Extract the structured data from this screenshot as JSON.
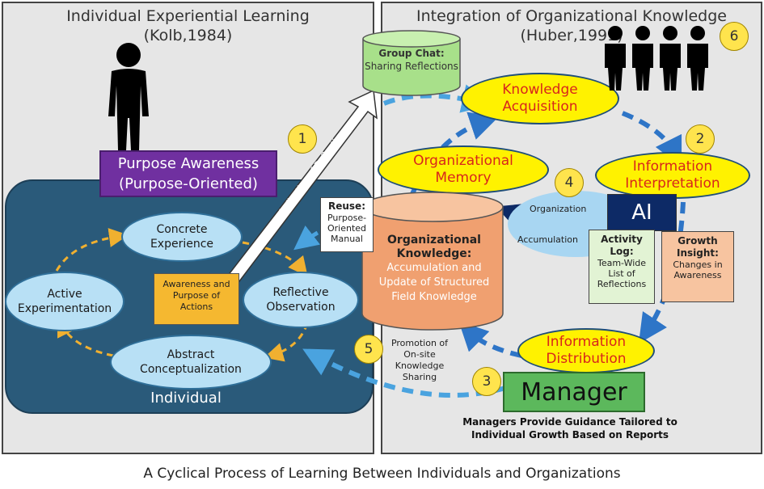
{
  "left": {
    "title": "Individual Experiential Learning",
    "subtitle": "(Kolb,1984)",
    "purpose_box": {
      "line1": "Purpose Awareness",
      "line2": "(Purpose-Oriented)"
    },
    "cycle": {
      "concrete": "Concrete Experience",
      "reflective": "Reflective Observation",
      "abstract": "Abstract Conceptualization",
      "active": "Active Experimentation"
    },
    "awareness_note": "Awareness and Purpose of Actions",
    "region_label": "Individual",
    "arrow_label": "Verbalization of Reflection"
  },
  "right": {
    "title": "Integration of Organizational Knowledge",
    "subtitle": "(Huber,1991)",
    "group_chat": {
      "heading": "Group Chat:",
      "body": "Sharing Reflections"
    },
    "knowledge_acquisition": "Knowledge Acquisition",
    "information_interpretation": "Information Interpretation",
    "information_distribution": "Information Distribution",
    "organizational_memory": "Organizational Memory",
    "org_knowledge": {
      "heading": "Organizational Knowledge:",
      "body": "Accumulation and Update of Structured Field Knowledge"
    },
    "reuse": {
      "heading": "Reuse:",
      "body": "Purpose-Oriented Manual"
    },
    "ai": "AI",
    "org_label": "Organization",
    "acc_label": "Accumulation",
    "activity_log": {
      "heading": "Activity Log:",
      "body": "Team-Wide List of Reflections"
    },
    "growth_insight": {
      "heading": "Growth Insight:",
      "body": "Changes in Awareness"
    },
    "promotion": "Promotion of On-site Knowledge Sharing",
    "manager": "Manager",
    "manager_caption": {
      "line1": "Managers Provide Guidance Tailored to",
      "line2": "Individual Growth Based on Reports"
    }
  },
  "numbers": [
    "1",
    "2",
    "3",
    "4",
    "5",
    "6"
  ],
  "caption": "A Cyclical Process of Learning Between Individuals and Organizations",
  "colors": {
    "panel": "#e6e6e6",
    "individual_region": "#2a5a7a",
    "purple": "#7030a0",
    "yellow": "#fff200",
    "orange": "#f0a070",
    "green": "#5cb85c",
    "blue_arrow": "#2e75c7",
    "ai_navy": "#0d2a66"
  },
  "icons": [
    "person-icon",
    "group-icon"
  ]
}
